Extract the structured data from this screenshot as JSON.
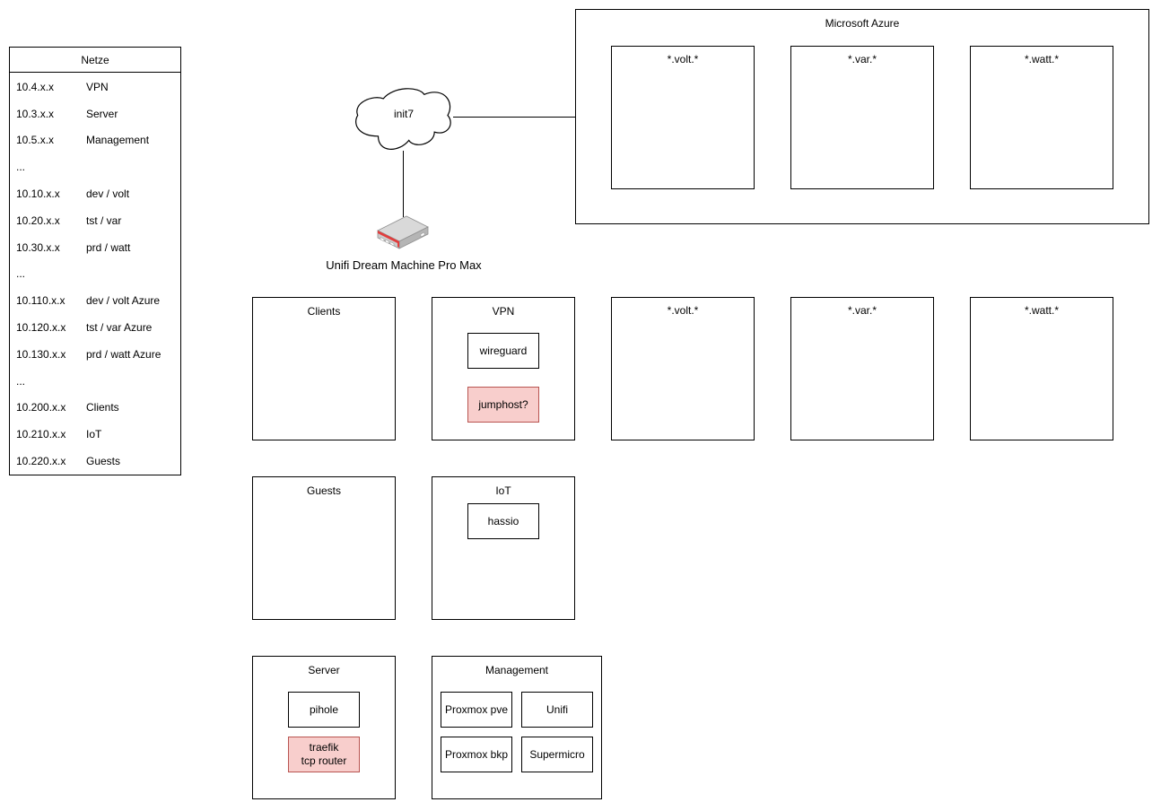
{
  "diagram": {
    "background": "#ffffff",
    "line_color": "#000000",
    "highlight": {
      "fill": "#f8cecc",
      "border": "#b85450"
    },
    "netze_table": {
      "title": "Netze",
      "rows": [
        {
          "ip": "10.4.x.x",
          "name": "VPN"
        },
        {
          "ip": "10.3.x.x",
          "name": "Server"
        },
        {
          "ip": "10.5.x.x",
          "name": "Management"
        },
        {
          "ip": "...",
          "name": ""
        },
        {
          "ip": "10.10.x.x",
          "name": "dev / volt"
        },
        {
          "ip": "10.20.x.x",
          "name": "tst / var"
        },
        {
          "ip": "10.30.x.x",
          "name": "prd / watt"
        },
        {
          "ip": "...",
          "name": ""
        },
        {
          "ip": "10.110.x.x",
          "name": "dev / volt Azure"
        },
        {
          "ip": "10.120.x.x",
          "name": "tst / var Azure"
        },
        {
          "ip": "10.130.x.x",
          "name": "prd / watt Azure"
        },
        {
          "ip": "...",
          "name": ""
        },
        {
          "ip": "10.200.x.x",
          "name": "Clients"
        },
        {
          "ip": "10.210.x.x",
          "name": "IoT"
        },
        {
          "ip": "10.220.x.x",
          "name": "Guests"
        }
      ]
    },
    "internet": {
      "label": "init7"
    },
    "router": {
      "label": "Unifi Dream Machine Pro Max"
    },
    "azure": {
      "title": "Microsoft Azure",
      "zones": [
        {
          "label": "*.volt.*"
        },
        {
          "label": "*.var.*"
        },
        {
          "label": "*.watt.*"
        }
      ]
    },
    "zones": {
      "clients": {
        "label": "Clients"
      },
      "vpn": {
        "label": "VPN",
        "wireguard": "wireguard",
        "jumphost": "jumphost?"
      },
      "volt": {
        "label": "*.volt.*"
      },
      "var": {
        "label": "*.var.*"
      },
      "watt": {
        "label": "*.watt.*"
      },
      "guests": {
        "label": "Guests"
      },
      "iot": {
        "label": "IoT",
        "hassio": "hassio"
      },
      "server": {
        "label": "Server",
        "pihole": "pihole",
        "traefik_line1": "traefik",
        "traefik_line2": "tcp router"
      },
      "management": {
        "label": "Management",
        "proxmox_pve": "Proxmox pve",
        "unifi": "Unifi",
        "proxmox_bkp": "Proxmox bkp",
        "supermicro": "Supermicro"
      }
    }
  }
}
